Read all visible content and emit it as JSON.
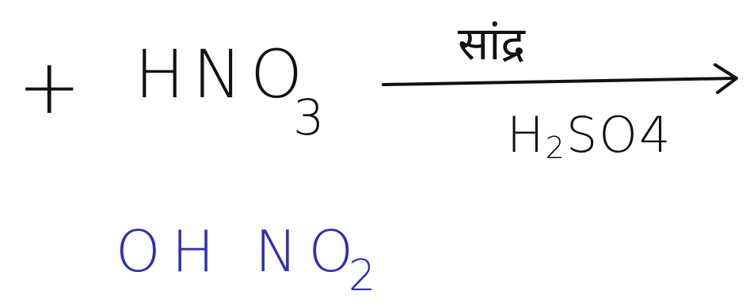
{
  "equation": {
    "operator": "+",
    "reagent": {
      "formula": "HNO",
      "subscript": "3"
    },
    "arrow": {
      "condition_above": "सांद्र",
      "condition_below": {
        "base": "H",
        "subscript": "2",
        "rest": "SO4"
      }
    },
    "product_fragment": {
      "formula": "OH NO",
      "subscript": "2"
    }
  },
  "colors": {
    "ink_black": "#111111",
    "ink_blue": "#2f2fb5",
    "background": "#ffffff"
  }
}
